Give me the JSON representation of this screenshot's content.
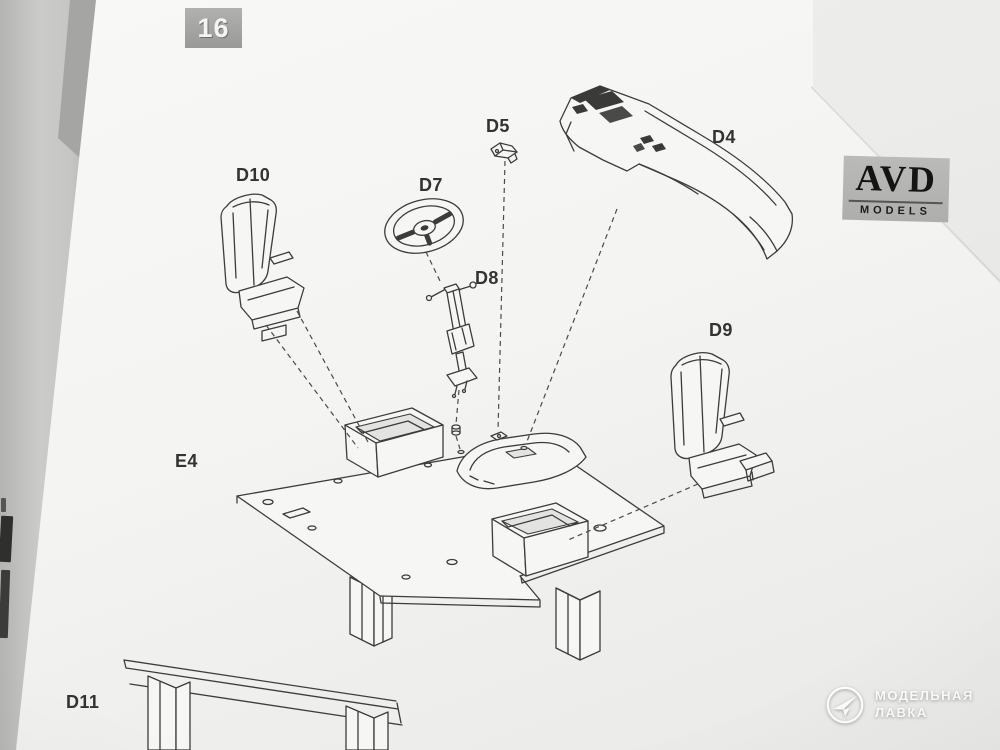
{
  "page": {
    "step_number": "16",
    "part_labels": {
      "d4": "D4",
      "d5": "D5",
      "d7": "D7",
      "d8": "D8",
      "d9": "D9",
      "d10": "D10",
      "d11": "D11",
      "e4": "E4"
    },
    "logo": {
      "brand": "AVD",
      "subtitle": "MODELS"
    },
    "watermark": {
      "line1": "МОДЕЛЬНАЯ",
      "line2": "ЛАВКА"
    },
    "colors": {
      "paper": "#f5f5f3",
      "line": "#3c3c3c",
      "step_box": "#a2a2a0",
      "logo_box": "#b4b4b2",
      "background": "#c9c9c7"
    }
  }
}
